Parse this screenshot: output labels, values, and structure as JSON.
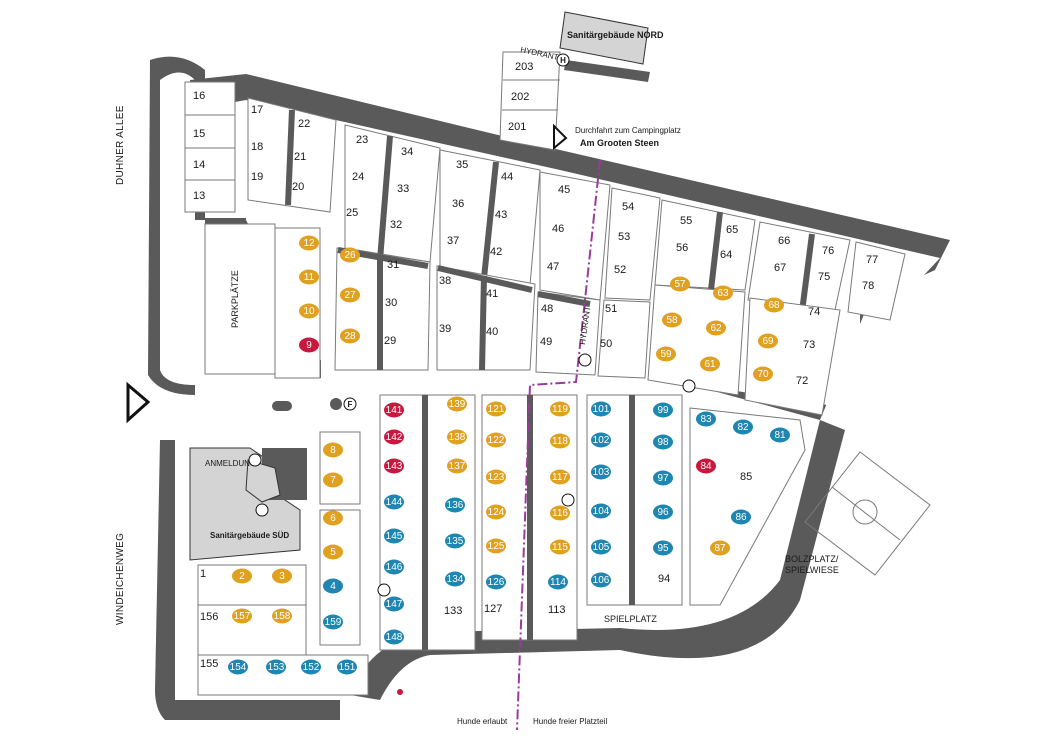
{
  "colors": {
    "road": "#5a5a5a",
    "orange": "#e0a020",
    "blue": "#1e86b0",
    "red": "#c8183e",
    "dog_line": "#9a3a9a",
    "building": "#d4d4d4"
  },
  "labels": {
    "sanitary_north": "Sanitärgebäude NORD",
    "sanitary_south": "Sanitärgebäude SÜD",
    "hydrant": "HYDRANT",
    "hydrant_2": "HYDRANT",
    "passage_line1": "Durchfahrt zum Campingplatz",
    "passage_line2": "Am Grooten Steen",
    "duhner_allee": "DUHNER ALLEE",
    "windeichenweg": "WINDEICHENWEG",
    "parkplaetze": "PARKPLÄTZE",
    "anmeldung": "ANMELDUNG",
    "spielplatz": "SPIELPLATZ",
    "bolzplatz_1": "BOLZPLATZ/",
    "bolzplatz_2": "SPIELWIESE",
    "dogs_allowed": "Hunde erlaubt",
    "dogs_free": "Hunde freier Platzteil",
    "hydrant_symbol": "H",
    "fire_symbol": "F"
  },
  "pitches": [
    "16",
    "15",
    "14",
    "13",
    "17",
    "18",
    "19",
    "22",
    "21",
    "20",
    "23",
    "24",
    "25",
    "34",
    "33",
    "32",
    "35",
    "36",
    "37",
    "44",
    "43",
    "42",
    "45",
    "46",
    "47",
    "54",
    "53",
    "52",
    "55",
    "56",
    "65",
    "64",
    "66",
    "67",
    "76",
    "75",
    "77",
    "78",
    "31",
    "30",
    "29",
    "38",
    "39",
    "41",
    "40",
    "48",
    "49",
    "51",
    "50",
    "74",
    "73",
    "72",
    "85",
    "94",
    "133",
    "127",
    "113",
    "1",
    "156",
    "155",
    "203",
    "202",
    "201"
  ],
  "badges": [
    {
      "n": "12",
      "c": "orange"
    },
    {
      "n": "11",
      "c": "orange"
    },
    {
      "n": "10",
      "c": "orange"
    },
    {
      "n": "9",
      "c": "red"
    },
    {
      "n": "26",
      "c": "orange"
    },
    {
      "n": "27",
      "c": "orange"
    },
    {
      "n": "28",
      "c": "orange"
    },
    {
      "n": "57",
      "c": "orange"
    },
    {
      "n": "63",
      "c": "orange"
    },
    {
      "n": "58",
      "c": "orange"
    },
    {
      "n": "62",
      "c": "orange"
    },
    {
      "n": "59",
      "c": "orange"
    },
    {
      "n": "61",
      "c": "orange"
    },
    {
      "n": "68",
      "c": "orange"
    },
    {
      "n": "69",
      "c": "orange"
    },
    {
      "n": "70",
      "c": "orange"
    },
    {
      "n": "141",
      "c": "red"
    },
    {
      "n": "142",
      "c": "red"
    },
    {
      "n": "143",
      "c": "red"
    },
    {
      "n": "144",
      "c": "blue"
    },
    {
      "n": "145",
      "c": "blue"
    },
    {
      "n": "146",
      "c": "blue"
    },
    {
      "n": "147",
      "c": "blue"
    },
    {
      "n": "148",
      "c": "blue"
    },
    {
      "n": "139",
      "c": "orange"
    },
    {
      "n": "138",
      "c": "orange"
    },
    {
      "n": "137",
      "c": "orange"
    },
    {
      "n": "136",
      "c": "blue"
    },
    {
      "n": "135",
      "c": "blue"
    },
    {
      "n": "134",
      "c": "blue"
    },
    {
      "n": "121",
      "c": "orange"
    },
    {
      "n": "122",
      "c": "orange"
    },
    {
      "n": "123",
      "c": "orange"
    },
    {
      "n": "124",
      "c": "orange"
    },
    {
      "n": "125",
      "c": "orange"
    },
    {
      "n": "126",
      "c": "blue"
    },
    {
      "n": "119",
      "c": "orange"
    },
    {
      "n": "118",
      "c": "orange"
    },
    {
      "n": "117",
      "c": "orange"
    },
    {
      "n": "116",
      "c": "orange"
    },
    {
      "n": "115",
      "c": "orange"
    },
    {
      "n": "114",
      "c": "blue"
    },
    {
      "n": "101",
      "c": "blue"
    },
    {
      "n": "102",
      "c": "blue"
    },
    {
      "n": "103",
      "c": "blue"
    },
    {
      "n": "104",
      "c": "blue"
    },
    {
      "n": "105",
      "c": "blue"
    },
    {
      "n": "106",
      "c": "blue"
    },
    {
      "n": "99",
      "c": "blue"
    },
    {
      "n": "98",
      "c": "blue"
    },
    {
      "n": "97",
      "c": "blue"
    },
    {
      "n": "96",
      "c": "blue"
    },
    {
      "n": "95",
      "c": "blue"
    },
    {
      "n": "83",
      "c": "blue"
    },
    {
      "n": "82",
      "c": "blue"
    },
    {
      "n": "81",
      "c": "blue"
    },
    {
      "n": "84",
      "c": "red"
    },
    {
      "n": "86",
      "c": "blue"
    },
    {
      "n": "87",
      "c": "orange"
    },
    {
      "n": "8",
      "c": "orange"
    },
    {
      "n": "7",
      "c": "orange"
    },
    {
      "n": "6",
      "c": "orange"
    },
    {
      "n": "5",
      "c": "orange"
    },
    {
      "n": "4",
      "c": "blue"
    },
    {
      "n": "159",
      "c": "blue"
    },
    {
      "n": "2",
      "c": "orange"
    },
    {
      "n": "3",
      "c": "orange"
    },
    {
      "n": "157",
      "c": "orange"
    },
    {
      "n": "158",
      "c": "orange"
    },
    {
      "n": "154",
      "c": "blue"
    },
    {
      "n": "153",
      "c": "blue"
    },
    {
      "n": "152",
      "c": "blue"
    },
    {
      "n": "151",
      "c": "blue"
    }
  ]
}
